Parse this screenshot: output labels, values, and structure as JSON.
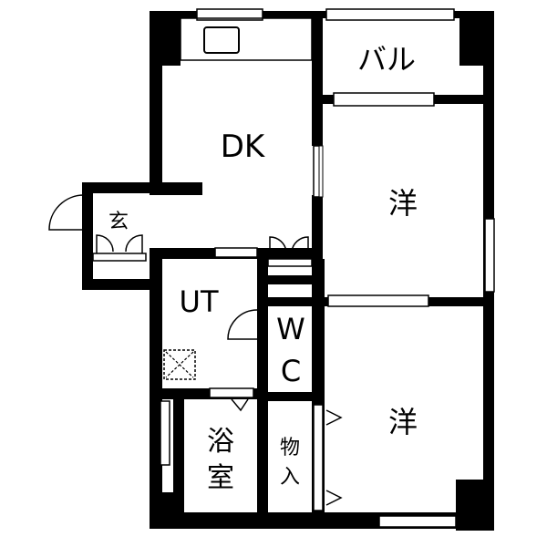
{
  "rooms": {
    "dk": "DK",
    "balcony": "バル",
    "western_1": "洋",
    "entrance": "玄",
    "utility": "UT",
    "toilet_top": "W",
    "toilet_bottom": "C",
    "western_2": "洋",
    "bath_top": "浴",
    "bath_bottom": "室",
    "storage_top": "物",
    "storage_bottom": "入"
  },
  "colors": {
    "wall": "#000000",
    "background": "#ffffff"
  }
}
